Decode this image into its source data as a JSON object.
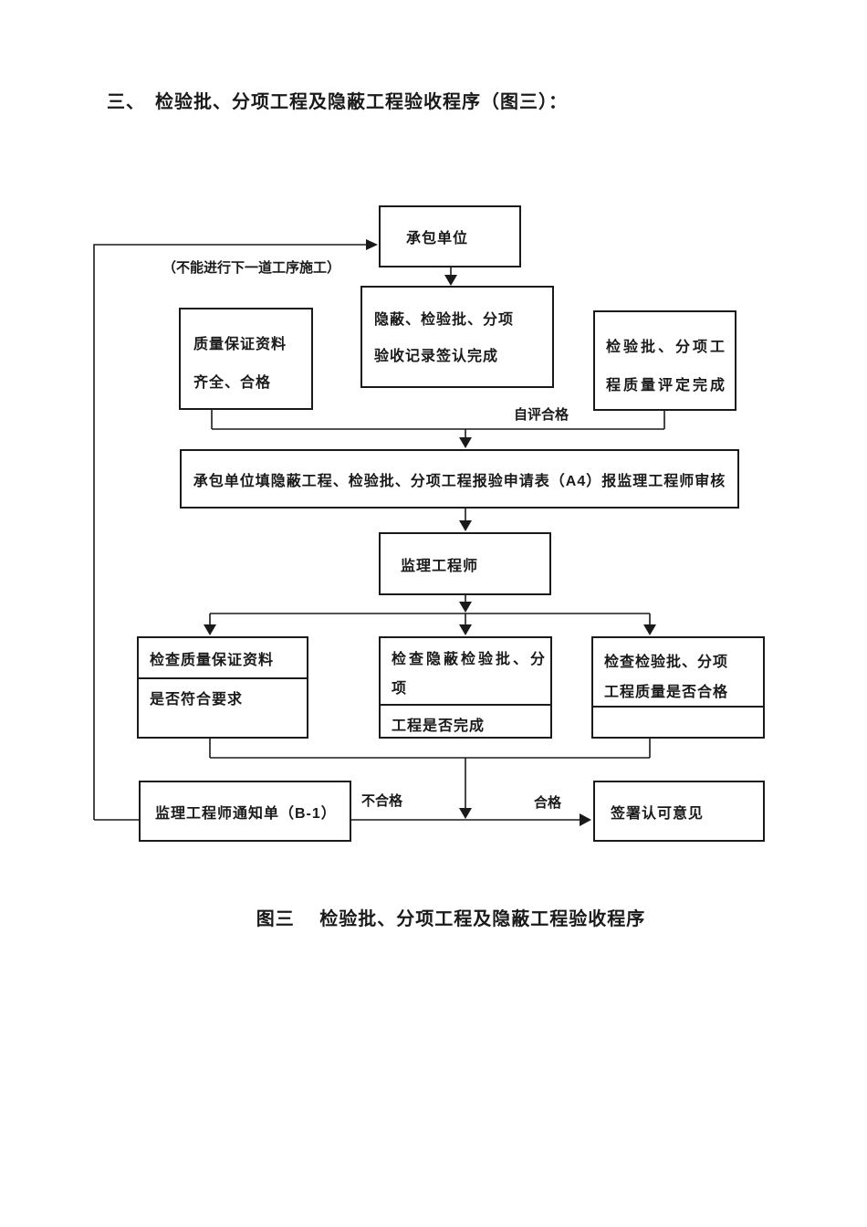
{
  "page": {
    "title": "三、　检验批、分项工程及隐蔽工程验收程序（图三）：",
    "caption": "图三　 检验批、分项工程及隐蔽工程验收程序"
  },
  "flowchart": {
    "nodes": {
      "contractor": "承包单位",
      "acceptance_record": {
        "line1": "隐蔽、检验批、分项",
        "line2": "验收记录签认完成"
      },
      "qa_documents": {
        "line1": "质量保证资料",
        "line2": "齐全、合格"
      },
      "quality_evaluation": {
        "line1": "检验批、分项工",
        "line2": "程质量评定完成"
      },
      "application": "承包单位填隐蔽工程、检验批、分项工程报验申请表（A4）报监理工程师审核",
      "supervising_engineer": "监理工程师",
      "check_qa": {
        "line1": "检查质量保证资料",
        "line2": "是否符合要求"
      },
      "check_concealed": {
        "line1": "检查隐蔽检验批、分",
        "line2": "项",
        "line3": "工程是否完成"
      },
      "check_quality": {
        "line1": "检查检验批、分项",
        "line2": "工程质量是否合格"
      },
      "notice": "监理工程师通知单（B-1）",
      "sign_approval": "签署认可意见"
    },
    "labels": {
      "cannot_proceed": "（不能进行下一道工序施工）",
      "self_eval_pass": "自评合格",
      "fail": "不合格",
      "pass": "合格"
    },
    "colors": {
      "line": "#1a1a1a",
      "text": "#1a1a1a",
      "background": "#ffffff"
    }
  }
}
